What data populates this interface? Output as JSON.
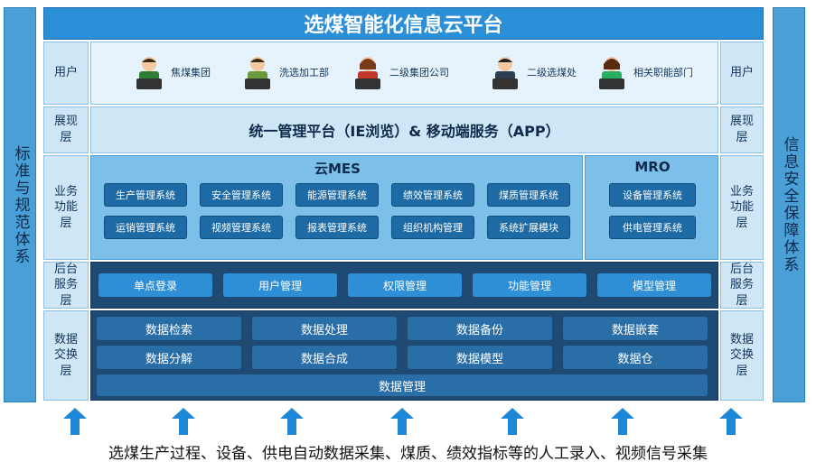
{
  "title": "选煤智能化信息云平台",
  "left_bar": "标准与规范体系",
  "right_bar": "信息安全保障体系",
  "rows": {
    "users": "用户",
    "display": "展现层",
    "business": "业务功能层",
    "backend": "后台服务层",
    "data": "数据交换层"
  },
  "users": [
    {
      "label": "焦煤集团"
    },
    {
      "label": "洗选加工部"
    },
    {
      "label": "二级集团公司"
    },
    {
      "label": "二级选煤处"
    },
    {
      "label": "相关职能部门"
    }
  ],
  "display_text": "统一管理平台（IE浏览）& 移动端服务（APP）",
  "mes": {
    "title": "云MES",
    "systems": [
      "生产管理系统",
      "安全管理系统",
      "能源管理系统",
      "绩效管理系统",
      "煤质管理系统",
      "运销管理系统",
      "视频管理系统",
      "报表管理系统",
      "组织机构管理",
      "系统扩展模块"
    ]
  },
  "mro": {
    "title": "MRO",
    "systems": [
      "设备管理系统",
      "供电管理系统"
    ]
  },
  "backend": [
    "单点登录",
    "用户管理",
    "权限管理",
    "功能管理",
    "模型管理"
  ],
  "data_modules": [
    "数据检索",
    "数据处理",
    "数据备份",
    "数据嵌套",
    "数据分解",
    "数据合成",
    "数据模型",
    "数据仓"
  ],
  "data_management": "数据管理",
  "bottom_text": "选煤生产过程、设备、供电自动数据采集、煤质、绩效指标等的人工录入、视频信号采集",
  "colors": {
    "accent": "#2b8fd8",
    "dark": "#1e4a73",
    "arrow": "#1e88d8"
  }
}
